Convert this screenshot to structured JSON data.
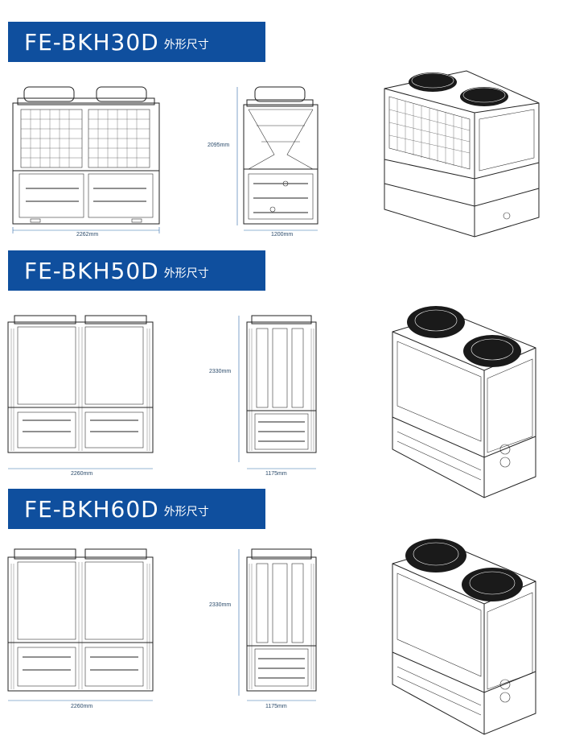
{
  "sections": [
    {
      "model": "FE-BKH30D",
      "subtitle": "外形尺寸",
      "width_label": "2262mm",
      "depth_label": "1200mm",
      "height_label": "2095mm"
    },
    {
      "model": "FE-BKH50D",
      "subtitle": "外形尺寸",
      "width_label": "2260mm",
      "depth_label": "1175mm",
      "height_label": "2330mm"
    },
    {
      "model": "FE-BKH60D",
      "subtitle": "外形尺寸",
      "width_label": "2260mm",
      "depth_label": "1175mm",
      "height_label": "2330mm"
    }
  ],
  "colors": {
    "banner": "#0f4f9e",
    "dimension": "#2f6aa8"
  }
}
